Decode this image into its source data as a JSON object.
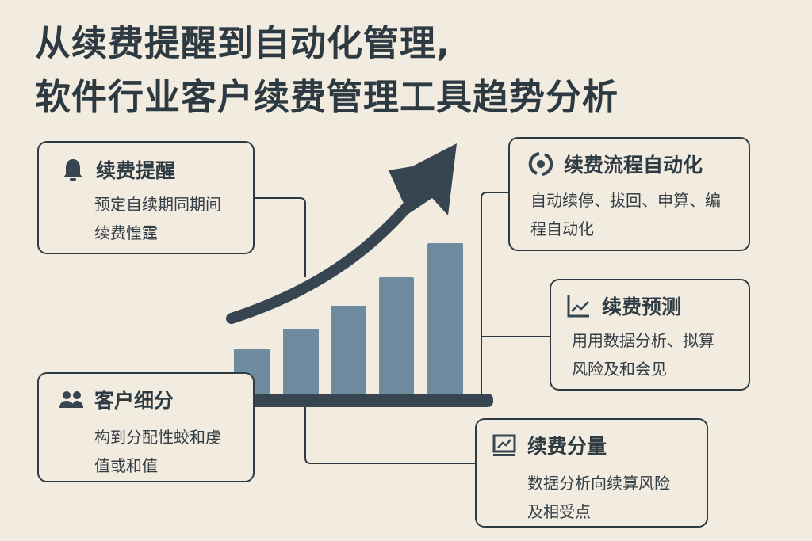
{
  "title": {
    "line1": "从续费提醒到自动化管理,",
    "line2": "软件行业客户续费管理工具趋势分析"
  },
  "colors": {
    "background": "#f2ebe0",
    "dark": "#36454f",
    "bar": "#6e8ca0"
  },
  "cards": [
    {
      "id": "reminder",
      "icon": "bell-icon",
      "title": "续费提醒",
      "desc": [
        "预定自续期同期间",
        "续费惶霆"
      ]
    },
    {
      "id": "automation",
      "icon": "refresh-cycle-icon",
      "title": "续费流程自动化",
      "desc": [
        "自动续停、拔回、申算、编",
        "程自动化"
      ]
    },
    {
      "id": "forecast",
      "icon": "line-chart-icon",
      "title": "续费预测",
      "desc": [
        "用用数据分析、拟算",
        "风险及和会见"
      ]
    },
    {
      "id": "segmentation",
      "icon": "users-icon",
      "title": "客户细分",
      "desc": [
        "构到分配性蛟和虔",
        "值或和值"
      ]
    },
    {
      "id": "volume",
      "icon": "monitor-chart-icon",
      "title": "续费分量",
      "desc": [
        "数据分析向续算风险",
        "及相受点"
      ]
    }
  ]
}
